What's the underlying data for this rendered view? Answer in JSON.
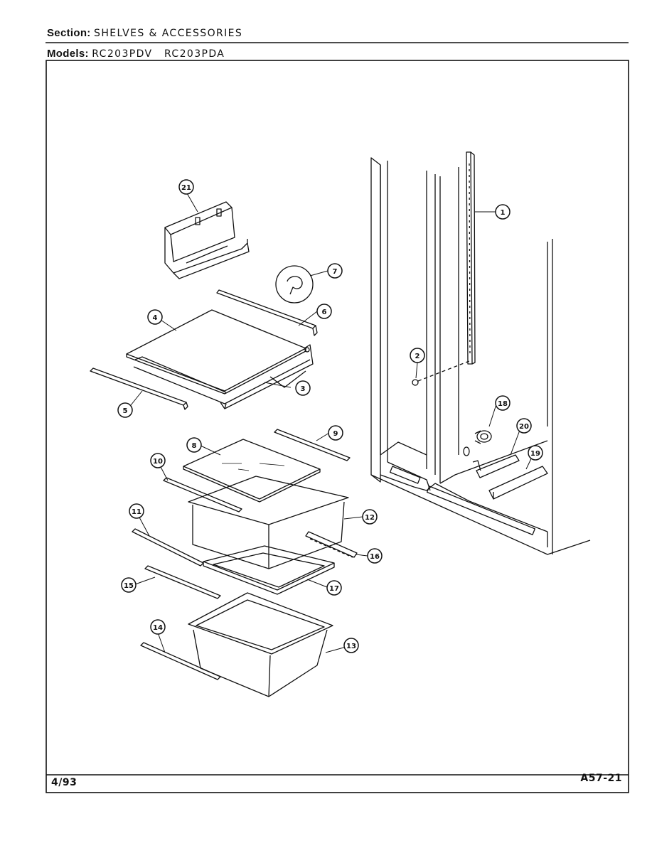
{
  "section": {
    "label": "Section:",
    "value": "SHELVES & ACCESSORIES"
  },
  "models": {
    "label": "Models:",
    "values": [
      "RC203PDV",
      "RC203PDA"
    ]
  },
  "footer": {
    "date": "4/93",
    "page_code": "A57-21"
  },
  "callouts": [
    "1",
    "2",
    "3",
    "4",
    "5",
    "6",
    "7",
    "8",
    "9",
    "10",
    "11",
    "12",
    "13",
    "14",
    "15",
    "16",
    "17",
    "18",
    "19",
    "20",
    "21"
  ]
}
